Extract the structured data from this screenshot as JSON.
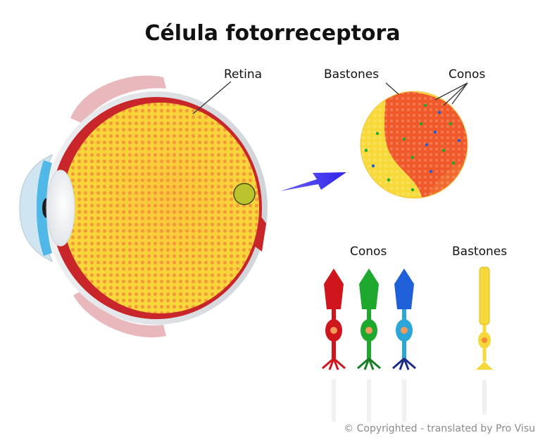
{
  "title": "Célula fotorreceptora",
  "labels": {
    "retina": "Retina",
    "bastones_top": "Bastones",
    "conos_top": "Conos",
    "conos_bottom": "Conos",
    "bastones_bottom": "Bastones"
  },
  "copyright": "© Copyrighted - translated by Pro Visu",
  "colors": {
    "retina_yellow": "#f8d93a",
    "retina_orange": "#f06a2e",
    "sclera_red": "#c8262b",
    "lid_pink": "#e9b8bd",
    "cornea_blue": "#4fb8e6",
    "arrow_blue": "#3b36f2",
    "cone_red": "#d0161d",
    "cone_green": "#1ea82e",
    "cone_blue": "#1f5fd8",
    "rod_yellow": "#f7d83b"
  }
}
